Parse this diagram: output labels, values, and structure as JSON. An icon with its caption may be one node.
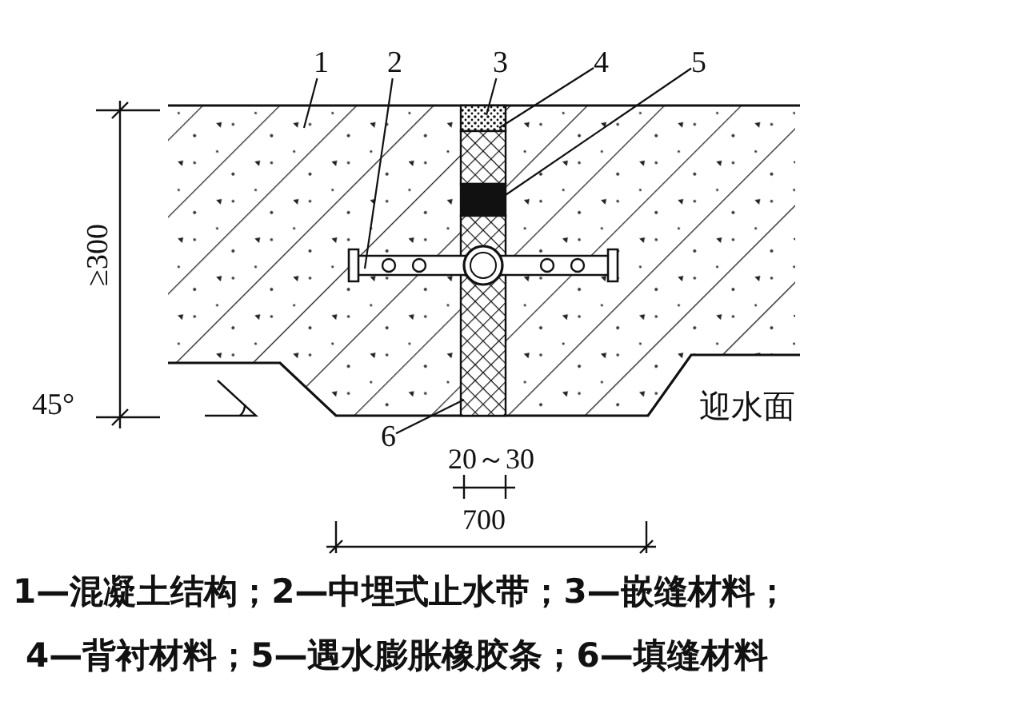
{
  "diagram": {
    "nodes": [
      {
        "text": [
          "1"
        ]
      },
      {
        "text": [
          "2"
        ]
      },
      {
        "text": [
          "3"
        ]
      },
      {
        "text": [
          "4"
        ]
      },
      {
        "text": [
          "5"
        ]
      },
      {
        "text": [
          "6"
        ]
      }
    ],
    "edges": [
      {
        "from": 0,
        "to": null,
        "arrow": "none"
      },
      {
        "from": 1,
        "to": null,
        "arrow": "none"
      },
      {
        "from": 2,
        "to": null,
        "arrow": "none"
      },
      {
        "from": 3,
        "to": null,
        "arrow": "none"
      },
      {
        "from": 4,
        "to": null,
        "arrow": "none"
      },
      {
        "from": 5,
        "to": null,
        "arrow": "none"
      }
    ],
    "labels": [
      "≥300",
      "45°",
      "迎水面",
      "20～30",
      "700",
      "1—混凝土结构；2—中埋式止水带；3—嵌缝材料；",
      "4—背衬材料；5—遇水膨胀橡胶条；6—填缝材料"
    ]
  }
}
